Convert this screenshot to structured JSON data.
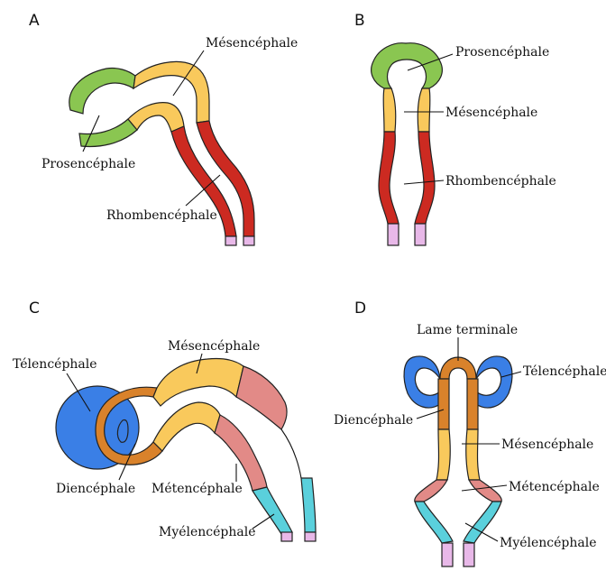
{
  "panels": {
    "a": {
      "letter": "A",
      "labels": {
        "mesencephale": "Mésencéphale",
        "prosencephale": "Prosencéphale",
        "rhombencephale": "Rhombencéphale"
      }
    },
    "b": {
      "letter": "B",
      "labels": {
        "prosencephale": "Prosencéphale",
        "mesencephale": "Mésencéphale",
        "rhombencephale": "Rhombencéphale"
      }
    },
    "c": {
      "letter": "C",
      "labels": {
        "telencephale": "Télencéphale",
        "mesencephale": "Mésencéphale",
        "diencephale": "Diencéphale",
        "metencephale": "Métencéphale",
        "myelencephale": "Myélencéphale"
      }
    },
    "d": {
      "letter": "D",
      "labels": {
        "lame_terminale": "Lame terminale",
        "telencephale": "Télencéphale",
        "diencephale": "Diencéphale",
        "mesencephale": "Mésencéphale",
        "metencephale": "Métencéphale",
        "myelencephale": "Myélencéphale"
      }
    }
  },
  "colors": {
    "prosencephale": "#8ac651",
    "mesencephale": "#f9c95c",
    "rhombencephale": "#cc2a21",
    "spinal_cord": "#e8b8e8",
    "telencephale": "#3a7fe6",
    "diencephale": "#d9822b",
    "metencephale": "#e28a87",
    "myelencephale": "#5ad0dc"
  }
}
